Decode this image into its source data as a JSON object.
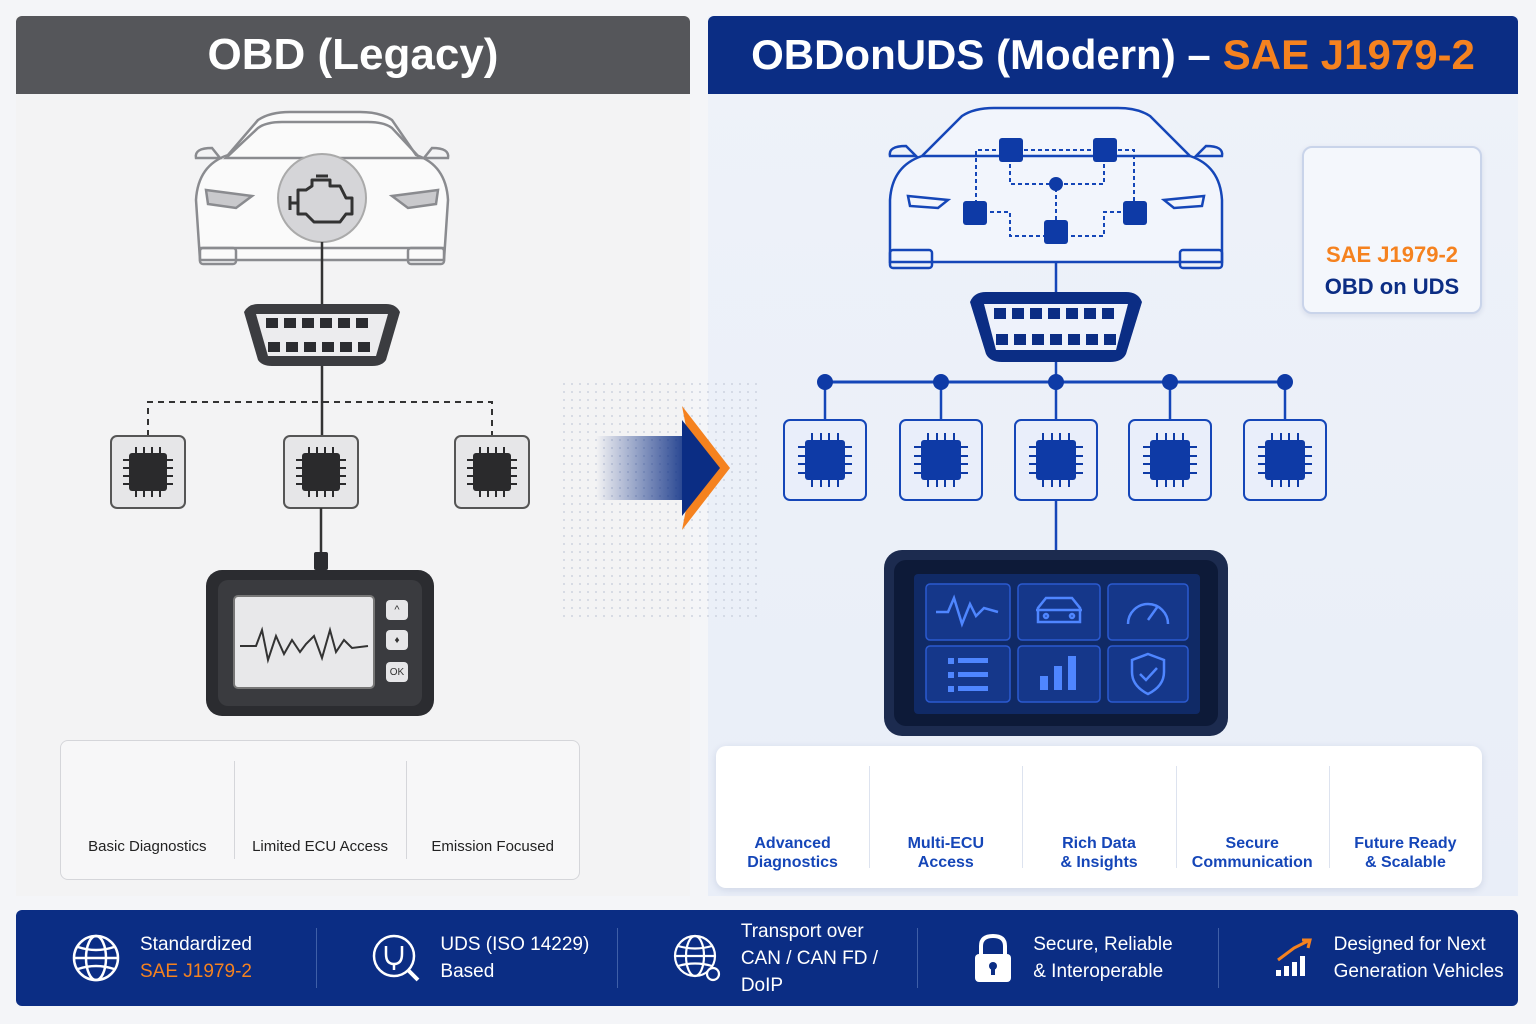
{
  "left": {
    "title": "OBD (Legacy)",
    "scanner_buttons": {
      "up": "^",
      "mid": "♦",
      "ok": "OK"
    },
    "features": [
      {
        "label": "Basic Diagnostics",
        "icon": "magnifier-pulse-icon"
      },
      {
        "label": "Limited ECU Access",
        "icon": "clipboard-checklist-icon"
      },
      {
        "label": "Emission Focused",
        "icon": "exhaust-cloud-icon"
      }
    ]
  },
  "right": {
    "title_main": "OBDonUDS (Modern) –",
    "title_accent": "SAE J1979-2",
    "badge": {
      "line1": "SAE J1979-2",
      "line2": "OBD on UDS",
      "icon": "shield-check-icon"
    },
    "features": [
      {
        "line1": "Advanced",
        "line2": "Diagnostics",
        "icon": "shield-check-icon"
      },
      {
        "line1": "Multi-ECU",
        "line2": "Access",
        "icon": "network-nodes-icon"
      },
      {
        "line1": "Rich Data",
        "line2": "& Insights",
        "icon": "bar-chart-icon"
      },
      {
        "line1": "Secure",
        "line2": "Communication",
        "icon": "shield-lock-icon"
      },
      {
        "line1": "Future Ready",
        "line2": "& Scalable",
        "icon": "gauge-icon"
      }
    ]
  },
  "footer": [
    {
      "line1": "Standardized",
      "line2": "SAE J1979-2",
      "accent_line2": true,
      "icon": "globe-icon"
    },
    {
      "line1": "UDS (ISO 14229)",
      "line2": "Based",
      "accent_line2": false,
      "icon": "stethoscope-icon"
    },
    {
      "line1": "Transport over",
      "line2": "CAN / CAN FD / DoIP",
      "accent_line2": false,
      "icon": "network-globe-icon"
    },
    {
      "line1": "Secure, Reliable",
      "line2": "& Interoperable",
      "accent_line2": false,
      "icon": "padlock-icon"
    },
    {
      "line1": "Designed for Next",
      "line2": "Generation Vehicles",
      "accent_line2": false,
      "icon": "growth-chart-icon"
    }
  ],
  "colors": {
    "legacy_header": "#55565a",
    "modern_blue": "#0b2d84",
    "accent_orange": "#f5821f",
    "chip_blue": "#0e3aa6"
  }
}
